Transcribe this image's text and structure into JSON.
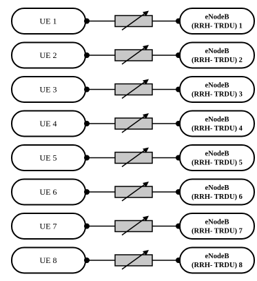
{
  "diagram": {
    "colors": {
      "stroke": "#000000",
      "attenuator_fill": "#c8c8c8",
      "background": "#ffffff"
    },
    "links": [
      {
        "ue_label": "UE 1",
        "enb_line1": "eNodeB",
        "enb_line2": "(RRH- TRDU) 1"
      },
      {
        "ue_label": "UE 2",
        "enb_line1": "eNodeB",
        "enb_line2": "(RRH- TRDU) 2"
      },
      {
        "ue_label": "UE 3",
        "enb_line1": "eNodeB",
        "enb_line2": "(RRH- TRDU) 3"
      },
      {
        "ue_label": "UE 4",
        "enb_line1": "eNodeB",
        "enb_line2": "(RRH- TRDU) 4"
      },
      {
        "ue_label": "UE 5",
        "enb_line1": "eNodeB",
        "enb_line2": "(RRH- TRDU) 5"
      },
      {
        "ue_label": "UE 6",
        "enb_line1": "eNodeB",
        "enb_line2": "(RRH- TRDU) 6"
      },
      {
        "ue_label": "UE 7",
        "enb_line1": "eNodeB",
        "enb_line2": "(RRH- TRDU) 7"
      },
      {
        "ue_label": "UE 8",
        "enb_line1": "eNodeB",
        "enb_line2": "(RRH- TRDU) 8"
      }
    ]
  }
}
